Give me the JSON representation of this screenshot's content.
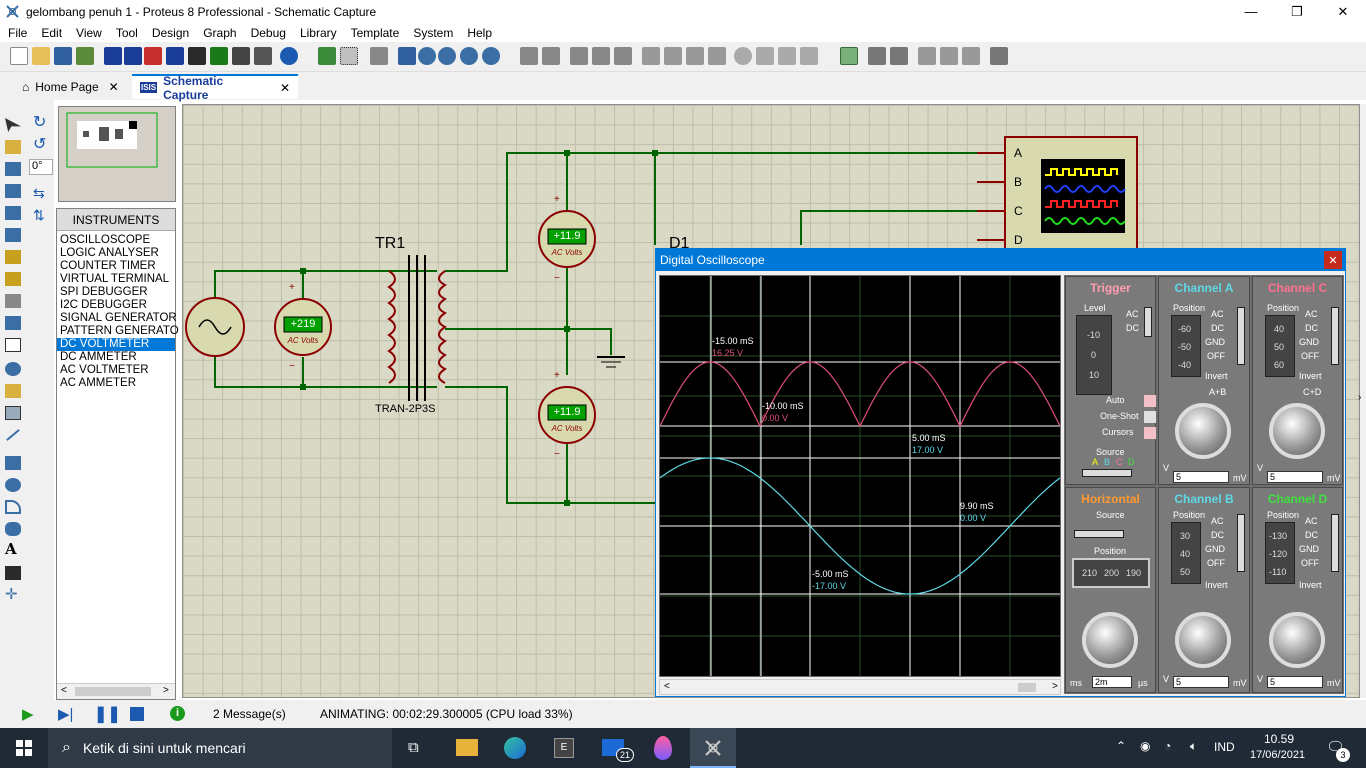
{
  "app": {
    "title": "gelombang penuh 1 - Proteus 8 Professional - Schematic Capture"
  },
  "menu": [
    "File",
    "Edit",
    "View",
    "Tool",
    "Design",
    "Graph",
    "Debug",
    "Library",
    "Template",
    "System",
    "Help"
  ],
  "tabs": [
    {
      "label": "Home Page"
    },
    {
      "label": "Schematic Capture"
    }
  ],
  "sidebar": {
    "rotation": "0°",
    "panel_title": "INSTRUMENTS",
    "instruments": [
      "OSCILLOSCOPE",
      "LOGIC ANALYSER",
      "COUNTER TIMER",
      "VIRTUAL TERMINAL",
      "SPI DEBUGGER",
      "I2C DEBUGGER",
      "SIGNAL GENERATOR",
      "PATTERN GENERATO",
      "DC VOLTMETER",
      "DC AMMETER",
      "AC VOLTMETER",
      "AC AMMETER"
    ],
    "selected": "DC VOLTMETER"
  },
  "schematic": {
    "tr_label": "TR1",
    "tr_part": "TRAN-2P3S",
    "d_label": "D1",
    "meter1_value": "+219",
    "meter2_value": "+11.9",
    "meter3_value": "+11.9",
    "meter_unit": "AC Volts",
    "plus": "+",
    "minus": "−",
    "scope_channels": [
      "A",
      "B",
      "C",
      "D"
    ]
  },
  "scope": {
    "title": "Digital Oscilloscope",
    "close": "✕",
    "cursors": [
      {
        "t": "-15.00 mS",
        "v": "16.25 V"
      },
      {
        "t": "-10.00 mS",
        "v": "0.00 V"
      },
      {
        "t": "5.00 mS",
        "v": "17.00 V"
      },
      {
        "t": "9.90 mS",
        "v": "0.00 V"
      },
      {
        "t": "-5.00 mS",
        "v": "-17.00 V"
      }
    ],
    "trigger": {
      "title": "Trigger",
      "level": "Level",
      "ac": "AC",
      "dc": "DC",
      "auto": "Auto",
      "oneshot": "One-Shot",
      "cursors": "Cursors",
      "source": "Source",
      "ticks": [
        "-10",
        "0",
        "10"
      ],
      "abcd": [
        "A",
        "B",
        "C",
        "D"
      ]
    },
    "channelA": {
      "title": "Channel A",
      "position": "Position",
      "ticks": [
        "-60",
        "-50",
        "-40"
      ],
      "modes": [
        "AC",
        "DC",
        "GND",
        "OFF"
      ],
      "invert": "Invert",
      "sum": "A+B",
      "volts": "5",
      "vunit": "V",
      "munit": "mV"
    },
    "channelC": {
      "title": "Channel C",
      "position": "Position",
      "ticks": [
        "40",
        "50",
        "60"
      ],
      "modes": [
        "AC",
        "DC",
        "GND",
        "OFF"
      ],
      "invert": "Invert",
      "sum": "C+D",
      "volts": "5",
      "vunit": "V",
      "munit": "mV"
    },
    "horizontal": {
      "title": "Horizontal",
      "source": "Source",
      "position": "Position",
      "ticks": [
        "210",
        "200",
        "190"
      ],
      "time": "2m",
      "ms": "ms",
      "us": "µs"
    },
    "channelB": {
      "title": "Channel B",
      "position": "Position",
      "ticks": [
        "30",
        "40",
        "50"
      ],
      "modes": [
        "AC",
        "DC",
        "GND",
        "OFF"
      ],
      "invert": "Invert",
      "volts": "5",
      "vunit": "V",
      "munit": "mV"
    },
    "channelD": {
      "title": "Channel D",
      "position": "Position",
      "ticks": [
        "-130",
        "-120",
        "-110"
      ],
      "modes": [
        "AC",
        "DC",
        "GND",
        "OFF"
      ],
      "invert": "Invert",
      "volts": "5",
      "vunit": "V",
      "munit": "mV"
    }
  },
  "status": {
    "messages": "2 Message(s)",
    "animating": "ANIMATING: 00:02:29.300005 (CPU load 33%)"
  },
  "taskbar": {
    "search": "Ketik di sini untuk mencari",
    "lang": "IND",
    "time": "10.59",
    "date": "17/06/2021",
    "notif": "3",
    "mail": "21"
  },
  "colors": {
    "accent": "#0078d7",
    "wire": "#006400",
    "trace_a": "#e0507a",
    "trace_b": "#5ed9e6",
    "meter_lcd": "#00a000"
  }
}
